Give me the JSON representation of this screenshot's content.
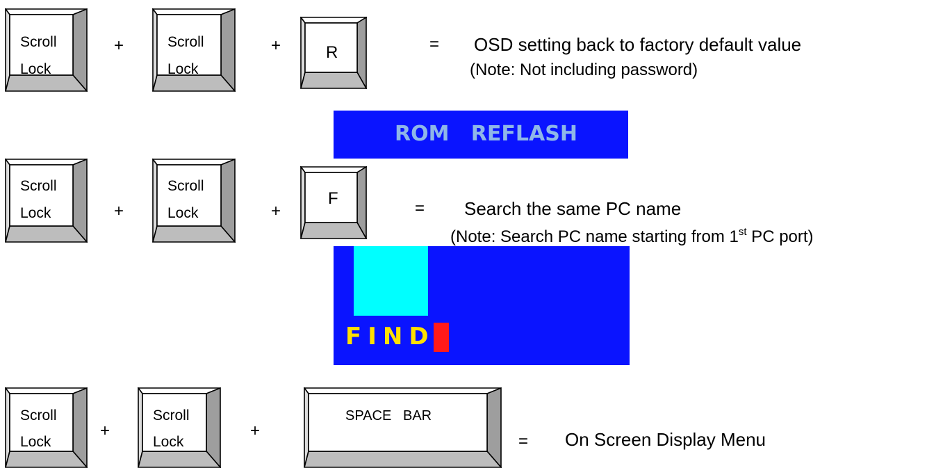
{
  "colors": {
    "bevel_top": "#ffffff",
    "bevel_left": "#dcdcdc",
    "bevel_right": "#9e9e9e",
    "bevel_bottom": "#bdbdbd",
    "osd_bg": "#0a14ff",
    "osd_text_reflash": "#8fb7e8",
    "osd_text_find": "#ffe000",
    "osd_box": "#00ffff",
    "osd_cursor": "#ff1a1a"
  },
  "row1": {
    "key1": [
      "Scroll",
      "Lock"
    ],
    "plus1": "+",
    "key2": [
      "Scroll",
      "Lock"
    ],
    "plus2": "+",
    "key3": "R",
    "equals": "=",
    "desc": "OSD setting back to factory default value",
    "note": "(Note: Not including password)"
  },
  "osd_reflash": {
    "text": "ROM   REFLASH"
  },
  "row2": {
    "key1": [
      "Scroll",
      "Lock"
    ],
    "plus1": "+",
    "key2": [
      "Scroll",
      "Lock"
    ],
    "plus2": "+",
    "key3": "F",
    "equals": "=",
    "desc": "Search the same PC name",
    "note_before": "(Note: Search PC name starting from 1",
    "note_sup": "st",
    "note_after": " PC port)"
  },
  "osd_find": {
    "text": "FIND:"
  },
  "row3": {
    "key1": [
      "Scroll",
      "Lock"
    ],
    "plus1": "+",
    "key2": [
      "Scroll",
      "Lock"
    ],
    "plus2": "+",
    "key3": "SPACE   BAR",
    "equals": "=",
    "desc": "On Screen Display Menu"
  }
}
